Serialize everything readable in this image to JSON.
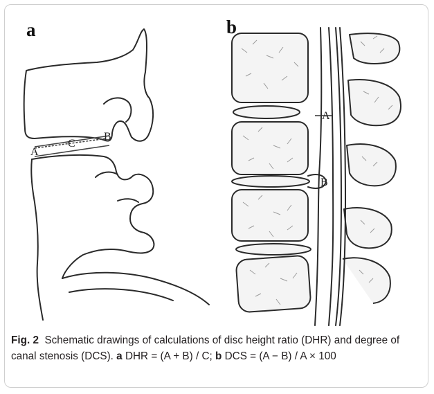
{
  "figure": {
    "panel_a_label": "a",
    "panel_b_label": "b",
    "panel_a_marks": {
      "A": "A",
      "B": "B",
      "C": "C"
    },
    "panel_b_marks": {
      "A": "A",
      "B": "B"
    },
    "caption": {
      "label": "Fig. 2",
      "text": "Schematic drawings of calculations of disc height ratio (DHR) and degree of canal stenosis (DCS).",
      "part_a_label": "a",
      "part_a_formula": "DHR = (A + B) / C;",
      "part_b_label": "b",
      "part_b_formula": "DCS = (A − B) / A × 100"
    }
  }
}
